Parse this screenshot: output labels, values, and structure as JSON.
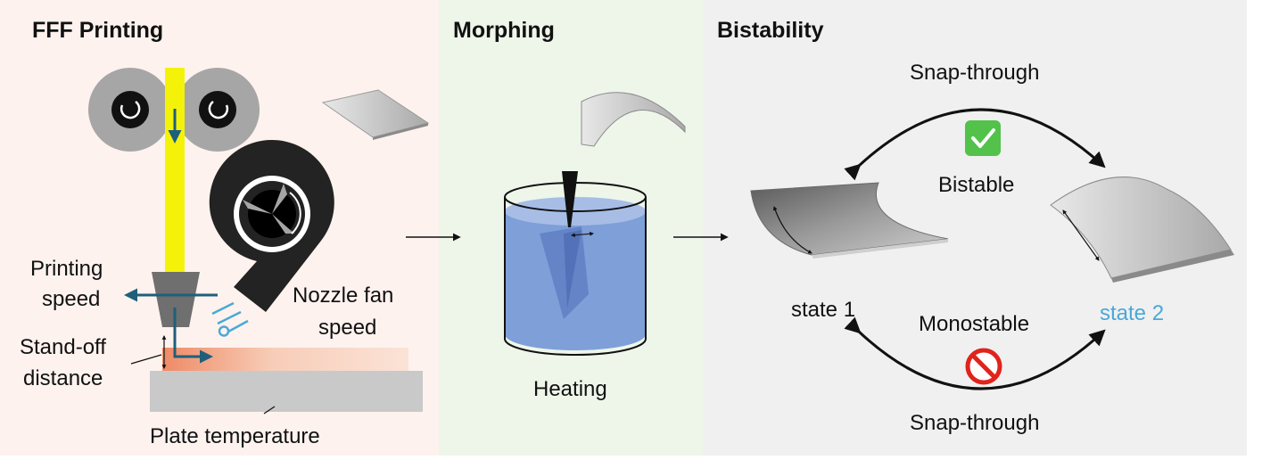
{
  "panels": {
    "fff": {
      "title": "FFF Printing",
      "labels": {
        "printing_speed_1": "Printing",
        "printing_speed_2": "speed",
        "nozzle_fan_1": "Nozzle fan",
        "nozzle_fan_2": "speed",
        "standoff_1": "Stand-off",
        "standoff_2": "distance",
        "plate_temperature": "Plate temperature"
      }
    },
    "morphing": {
      "title": "Morphing",
      "labels": {
        "heating": "Heating"
      }
    },
    "bistability": {
      "title": "Bistability",
      "labels": {
        "snap_top": "Snap-through",
        "bistable": "Bistable",
        "state1": "state 1",
        "state2": "state 2",
        "monostable": "Monostable",
        "snap_bottom": "Snap-through"
      }
    }
  },
  "colors": {
    "panel_fff_bg": "#fdf2ee",
    "panel_morphing_bg": "#eef6ea",
    "panel_bistability_bg": "#f0f0f0",
    "filament": "#f5f20a",
    "roller": "#a6a6a6",
    "fan": "#232323",
    "arrow_blue": "#1f5f7a",
    "water": "#7e9fd8",
    "state2_text": "#4aa8d8",
    "check_green": "#52c24a",
    "forbidden_red": "#e0231c"
  },
  "icons": [
    "rotation-arrow-icon",
    "check-icon",
    "forbidden-icon"
  ]
}
